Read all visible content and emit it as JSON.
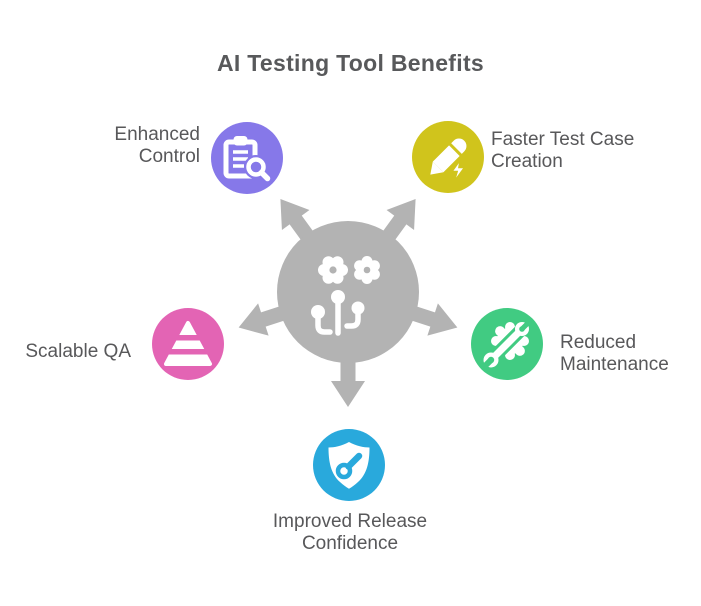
{
  "title": "AI Testing Tool Benefits",
  "colors": {
    "hub": "#B3B3B3",
    "text": "#58585A",
    "title": "#58595B",
    "background": "#FFFFFF",
    "white": "#FFFFFF"
  },
  "center": {
    "icon": "gears-and-sprout-icon"
  },
  "benefits": [
    {
      "id": "enhanced-control",
      "label": "Enhanced\nControl",
      "icon": "clipboard-search-icon",
      "color": "#8678E9",
      "position": "top-left"
    },
    {
      "id": "faster-test-case-creation",
      "label": "Faster Test Case\nCreation",
      "icon": "pencil-bolt-icon",
      "color": "#D0C41C",
      "position": "top-right"
    },
    {
      "id": "scalable-qa",
      "label": "Scalable QA",
      "icon": "layered-pyramid-icon",
      "color": "#E364B4",
      "position": "left"
    },
    {
      "id": "reduced-maintenance",
      "label": "Reduced\nMaintenance",
      "icon": "gear-wrench-icon",
      "color": "#41CB82",
      "position": "right"
    },
    {
      "id": "improved-release-confidence",
      "label": "Improved Release\nConfidence",
      "icon": "shield-key-icon",
      "color": "#29A9DC",
      "position": "bottom"
    }
  ]
}
